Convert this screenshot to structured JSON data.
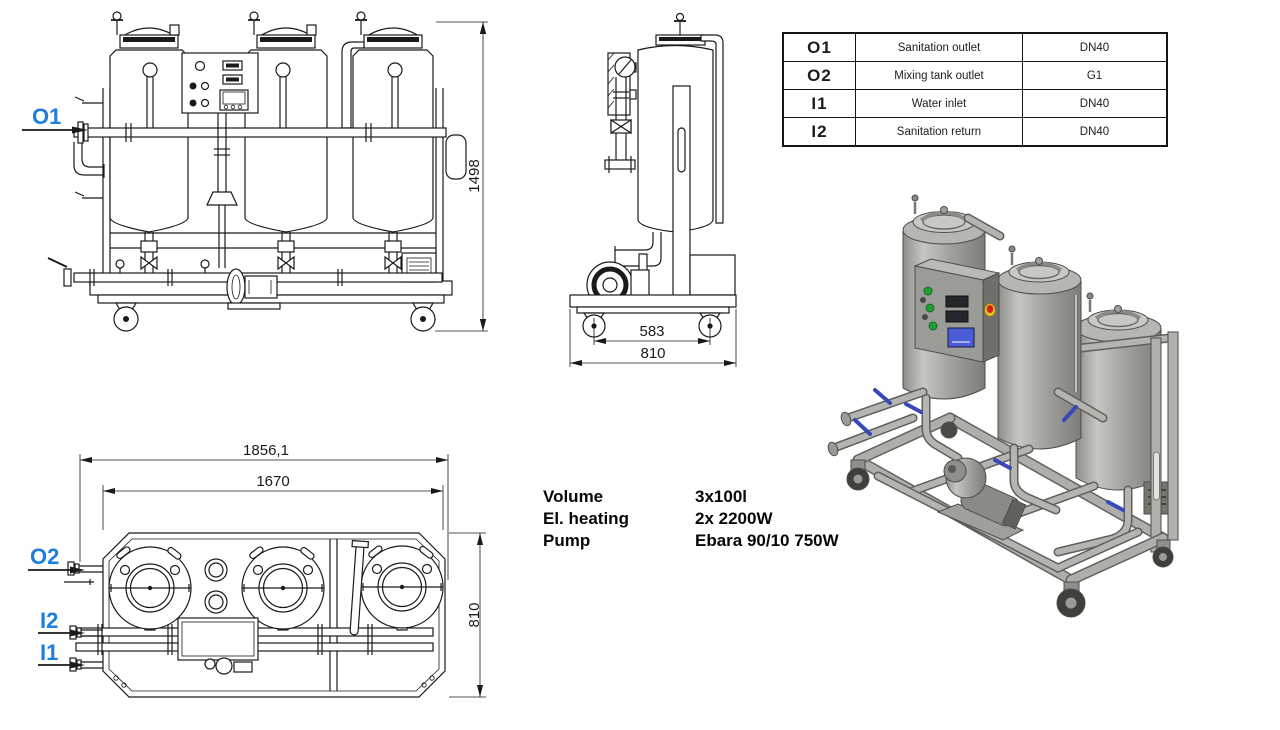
{
  "connection_table": {
    "rows": [
      {
        "port": "O1",
        "description": "Sanitation outlet",
        "size": "DN40"
      },
      {
        "port": "O2",
        "description": "Mixing tank outlet",
        "size": "G1"
      },
      {
        "port": "I1",
        "description": "Water inlet",
        "size": "DN40"
      },
      {
        "port": "I2",
        "description": "Sanitation return",
        "size": "DN40"
      }
    ]
  },
  "specs": {
    "rows": [
      {
        "label": "Volume",
        "value": "3x100l"
      },
      {
        "label": "El. heating",
        "value": "2x 2200W"
      },
      {
        "label": "Pump",
        "value": "Ebara 90/10 750W"
      }
    ]
  },
  "front_view": {
    "port_label": "O1",
    "dim_height": "1498"
  },
  "side_view": {
    "dim_wheel_track": "583",
    "dim_overall_depth": "810"
  },
  "top_view": {
    "port_label_mixing_outlet": "O2",
    "port_label_sanitation_return": "I2",
    "port_label_water_inlet": "I1",
    "dim_overall_length": "1856,1",
    "dim_frame_length": "1670",
    "dim_overall_depth": "810"
  },
  "colors": {
    "port_label_blue": "#1e7ee0",
    "drawing_line": "#1a1a1a",
    "valve_handle_blue": "#3848b8",
    "led_green": "#1fa035",
    "estop_red": "#d01f1f",
    "estop_yellow": "#e8c62c",
    "render_body": "#a3a49f"
  }
}
